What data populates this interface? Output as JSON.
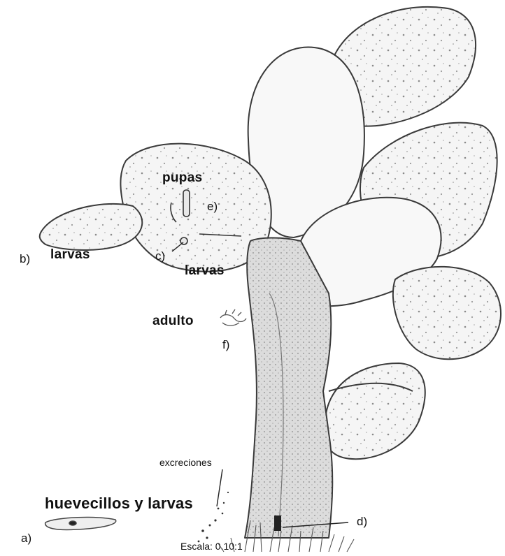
{
  "labels": {
    "a": "a)",
    "b": "b)",
    "c": "c)",
    "d": "d)",
    "e": "e)",
    "f": "f)",
    "pupas": "pupas",
    "larvas_left": "larvas",
    "larvas_center": "larvas",
    "adulto": "adulto",
    "excreciones": "excreciones",
    "huevecillos": "huevecillos y larvas",
    "scale": "Escala: 0.10:1"
  },
  "colors": {
    "line": "#3a3a3a",
    "pad_fill": "#f4f4f4",
    "speckle": "#8a8a8a",
    "stem_shade": "#c8c8c8",
    "text": "#111111"
  }
}
